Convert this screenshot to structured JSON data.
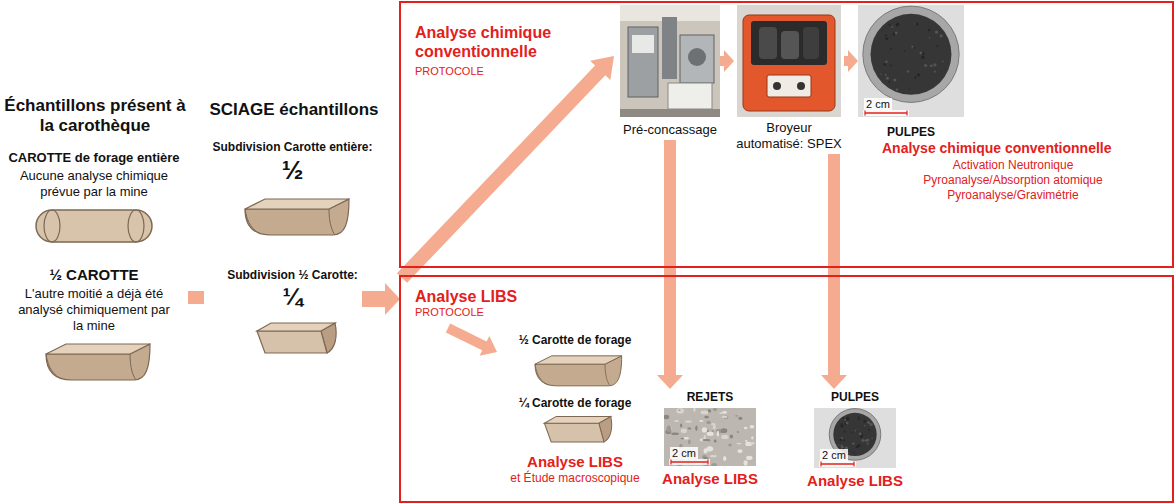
{
  "diagram": {
    "nodes": [
      {
        "text": [
          "CAROTTE de forage entière",
          "Aucune analyse chimique prévue par la mine"
        ]
      },
      {
        "text": [
          "½ CAROTTE",
          "L'autre moitié a déjà été analysé chimiquement par la mine"
        ]
      },
      {
        "text": [
          "Subdivision Carotte entière:",
          "½"
        ]
      },
      {
        "text": [
          "Subdivision ½ Carotte:",
          "¼"
        ]
      },
      {
        "text": [
          "Analyse chimique conventionnelle",
          "PROTOCOLE"
        ]
      },
      {
        "text": [
          "Pré-concassage"
        ],
        "in": 4
      },
      {
        "text": [
          "Broyeur automatisé: SPEX"
        ],
        "in": 4
      },
      {
        "text": [
          "2 cm",
          "PULPES",
          "Analyse chimique conventionnelle",
          "Activation Neutronique",
          "Pyroanalyse/Absorption atomique",
          "Pyroanalyse/Gravimétrie"
        ],
        "in": 4
      },
      {
        "text": [
          "Analyse LIBS",
          "PROTOCOLE"
        ]
      },
      {
        "text": [
          "½ Carotte de forage",
          "¼ Carotte de forage",
          "Analyse LIBS",
          "et Étude macroscopique"
        ],
        "in": 8
      },
      {
        "text": [
          "REJETS",
          "2 cm",
          "Analyse LIBS"
        ],
        "in": 8
      },
      {
        "text": [
          "PULPES",
          "2 cm",
          "Analyse LIBS"
        ],
        "in": 8
      }
    ],
    "edges": [
      {
        "from": 5,
        "to": 6,
        "arrow": "to"
      },
      {
        "from": 6,
        "to": 7,
        "arrow": "to"
      },
      {
        "from": 5,
        "to": 10,
        "arrow": "to"
      },
      {
        "from": 6,
        "to": 11,
        "arrow": "to"
      }
    ],
    "labels": [
      "Échantillons présent à la carothèque",
      "SCIAGE échantillons"
    ]
  }
}
